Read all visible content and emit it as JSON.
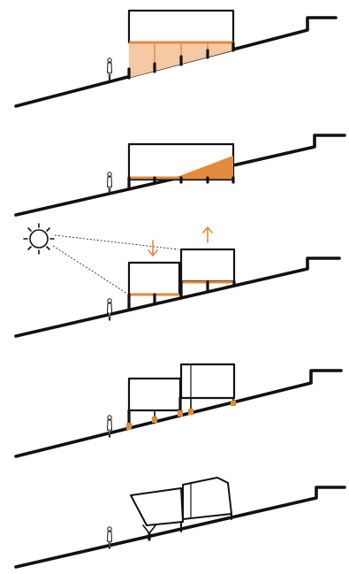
{
  "diagram": {
    "panels": [
      {
        "name": "panel-1-single-volume-platform"
      },
      {
        "name": "panel-2-sloped-floor"
      },
      {
        "name": "panel-3-split-volumes-sunlight"
      },
      {
        "name": "panel-4-stepped-volumes"
      },
      {
        "name": "panel-5-tilted-volumes"
      }
    ],
    "colors": {
      "line": "#111111",
      "accent": "#e38a3c",
      "accent_light": "#f4c9a4",
      "background": "#ffffff"
    },
    "icons": [
      "sun-icon",
      "up-arrow-icon",
      "down-arrow-icon",
      "human-figure-icon"
    ]
  }
}
